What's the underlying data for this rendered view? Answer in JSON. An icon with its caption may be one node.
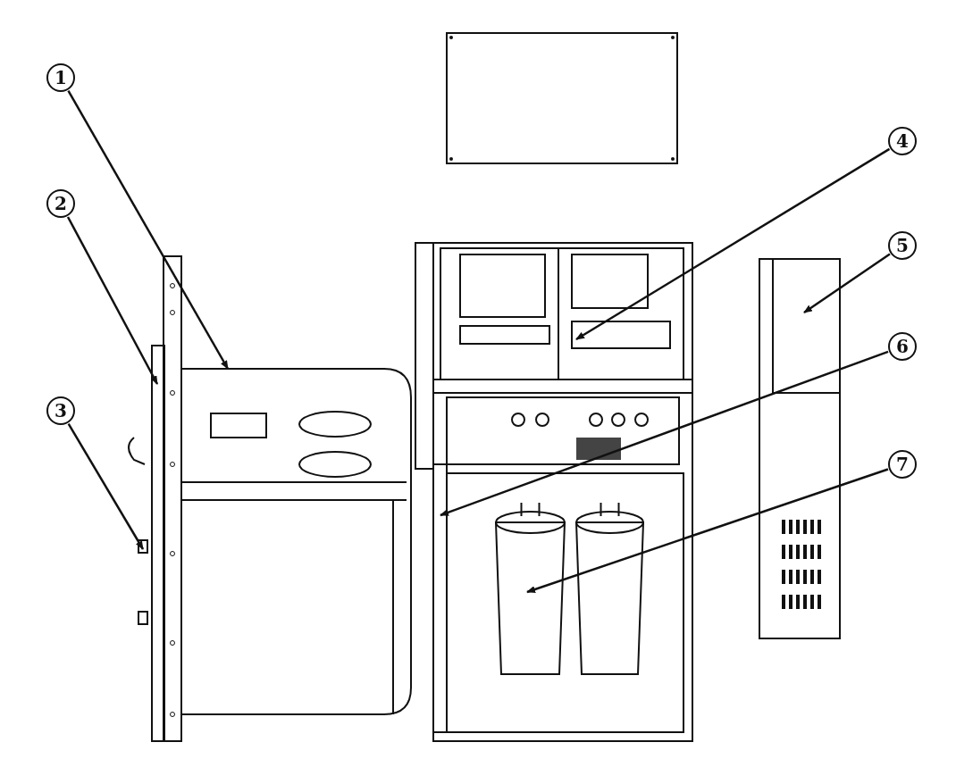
{
  "diagram": {
    "nodes": [
      {
        "text": [
          "1"
        ]
      },
      {
        "text": [
          "2"
        ]
      },
      {
        "text": [
          "3"
        ]
      },
      {
        "text": [
          "4"
        ]
      },
      {
        "text": [
          "5"
        ]
      },
      {
        "text": [
          "6"
        ]
      },
      {
        "text": [
          "7"
        ]
      }
    ],
    "edges": [
      {
        "from": 0,
        "to": null,
        "arrow": "to"
      },
      {
        "from": 1,
        "to": null,
        "arrow": "to"
      },
      {
        "from": 2,
        "to": null,
        "arrow": "to"
      },
      {
        "from": 3,
        "to": null,
        "arrow": "to"
      },
      {
        "from": 4,
        "to": null,
        "arrow": "to"
      },
      {
        "from": 5,
        "to": null,
        "arrow": "to"
      },
      {
        "from": 6,
        "to": null,
        "arrow": "to"
      }
    ]
  }
}
